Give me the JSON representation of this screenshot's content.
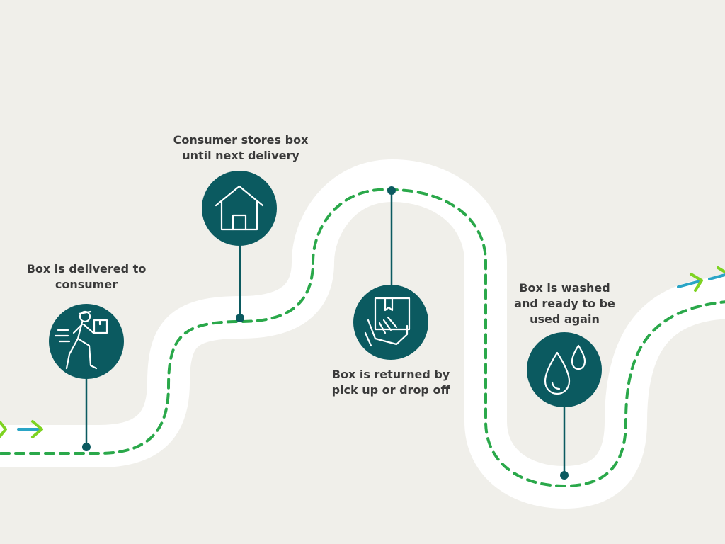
{
  "steps": [
    {
      "line1": "Box is delivered to",
      "line2": "consumer",
      "icon": "delivery-person-icon"
    },
    {
      "line1": "Consumer stores box",
      "line2": "until next delivery",
      "icon": "house-icon"
    },
    {
      "line1": "Box is returned by",
      "line2": "pick up or drop off",
      "icon": "hand-with-box-icon"
    },
    {
      "line1": "Box is washed",
      "line2": "and ready to be",
      "line3": "used again",
      "icon": "water-drops-icon"
    }
  ],
  "colors": {
    "background": "#f0efea",
    "road": "#ffffff",
    "dash": "#2aa84a",
    "marker": "#0b5a60",
    "text": "#3a3a3a",
    "arrow_green": "#7ed321",
    "arrow_blue": "#2aa5c6"
  }
}
